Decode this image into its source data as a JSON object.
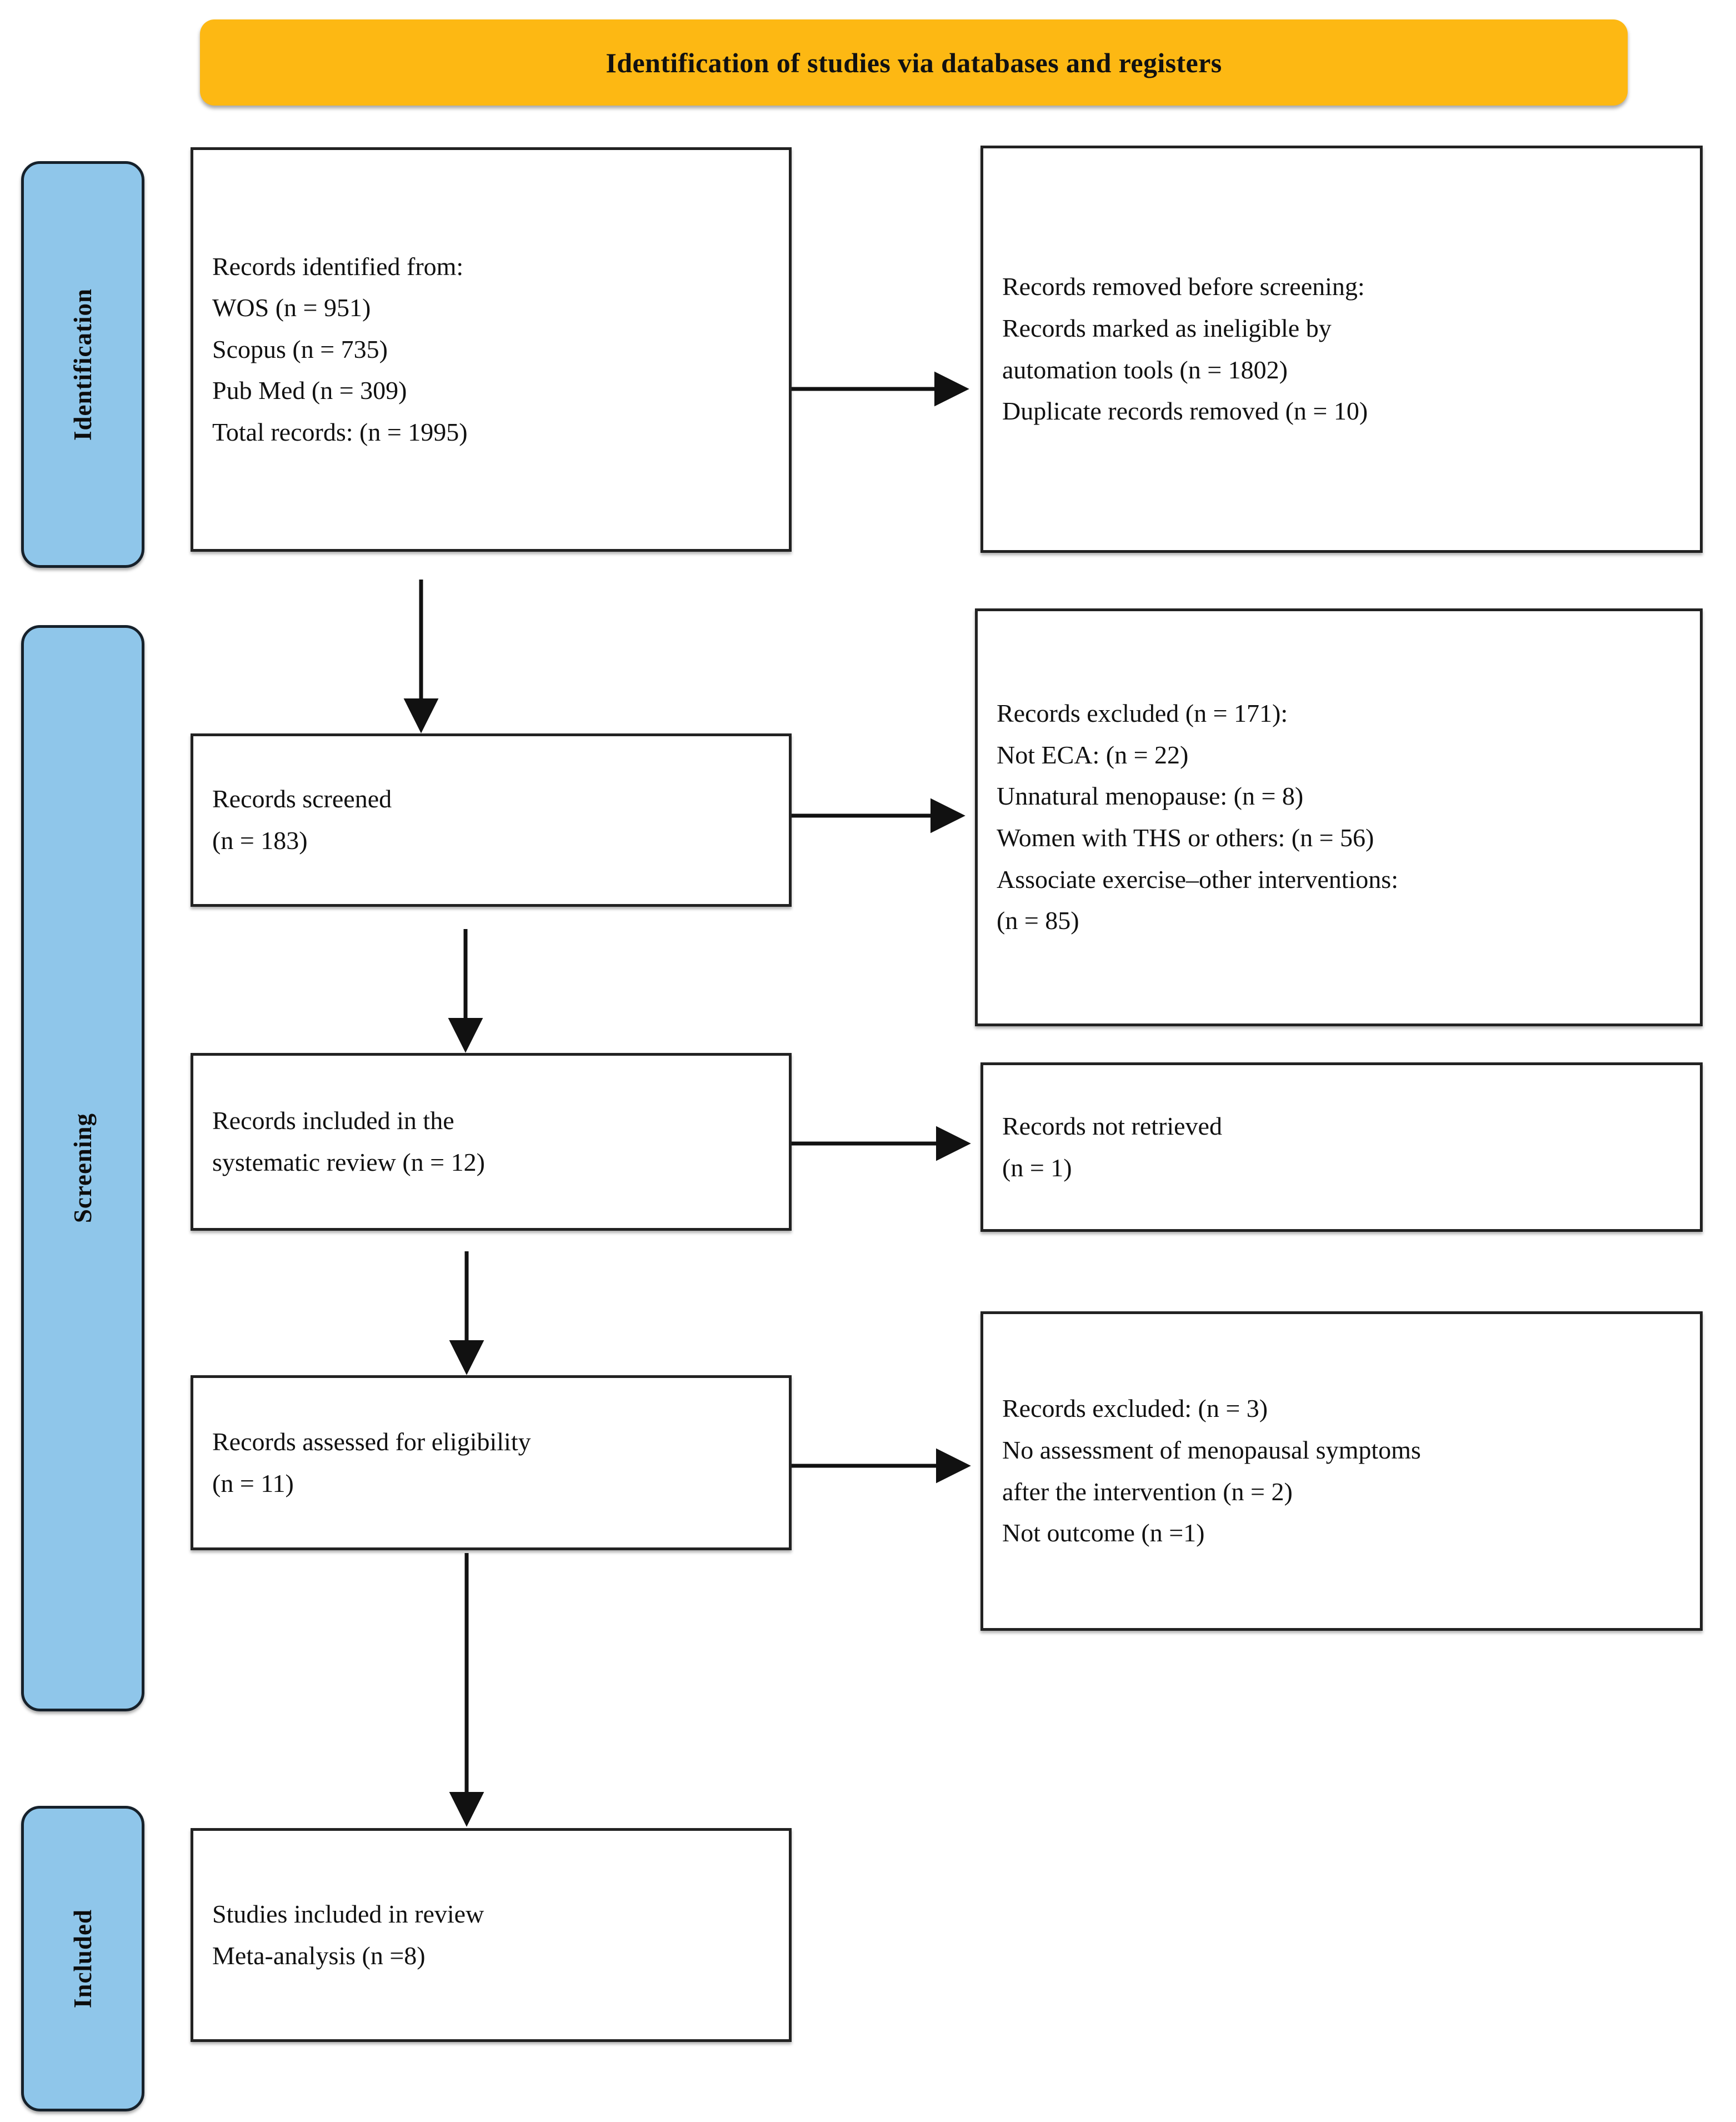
{
  "header": {
    "title": "Identification of studies via databases and registers",
    "color": "#FDB813"
  },
  "stages": {
    "identification": "Identification",
    "screening": "Screening",
    "included": "Included",
    "color": "#8FC6EA"
  },
  "boxes": {
    "identified": {
      "lines": [
        "Records identified from:",
        "WOS (n = 951)",
        "Scopus (n = 735)",
        "Pub Med (n = 309)",
        "Total records:  (n = 1995)"
      ]
    },
    "removed": {
      "lines": [
        "Records removed before  screening:",
        "Records marked as ineligible by",
        "automation tools (n = 1802)",
        "Duplicate records removed (n = 10)"
      ]
    },
    "screened": {
      "lines": [
        "Records screened",
        "(n = 183)"
      ]
    },
    "excluded_171": {
      "lines": [
        "Records excluded (n = 171):",
        "Not ECA: (n = 22)",
        "Unnatural menopause: (n = 8)",
        "Women with THS or others: (n = 56)",
        "Associate exercise–other interventions:",
        "(n = 85)"
      ]
    },
    "included_sr": {
      "lines": [
        "Records included in the",
        "systematic review (n = 12)"
      ]
    },
    "not_retrieved": {
      "lines": [
        "Records not retrieved",
        "(n = 1)"
      ]
    },
    "assessed": {
      "lines": [
        "Records assessed for eligibility",
        "(n = 11)"
      ]
    },
    "excluded_3": {
      "lines": [
        "Records excluded: (n = 3)",
        "No assessment of menopausal symptoms",
        "after the intervention (n = 2)",
        "Not outcome (n =1)"
      ]
    },
    "studies": {
      "lines": [
        "Studies included in review",
        "Meta-analysis (n =8)"
      ]
    }
  },
  "chart_data": {
    "type": "diagram",
    "title": "PRISMA flow diagram — Identification of studies via databases and registers",
    "stages": [
      "Identification",
      "Screening",
      "Included"
    ],
    "nodes": [
      {
        "id": "identified",
        "stage": "Identification",
        "counts": {
          "WOS": 951,
          "Scopus": 735,
          "Pub Med": 309,
          "Total records": 1995
        }
      },
      {
        "id": "removed",
        "stage": "Identification",
        "counts": {
          "marked ineligible by automation tools": 1802,
          "duplicate records removed": 10
        }
      },
      {
        "id": "screened",
        "stage": "Screening",
        "counts": {
          "n": 183
        }
      },
      {
        "id": "excluded_171",
        "stage": "Screening",
        "counts": {
          "total excluded": 171,
          "Not ECA": 22,
          "Unnatural menopause": 8,
          "Women with THS or others": 56,
          "Associate exercise–other interventions": 85
        }
      },
      {
        "id": "included_sr",
        "stage": "Screening",
        "counts": {
          "n": 12
        }
      },
      {
        "id": "not_retrieved",
        "stage": "Screening",
        "counts": {
          "n": 1
        }
      },
      {
        "id": "assessed",
        "stage": "Screening",
        "counts": {
          "n": 11
        }
      },
      {
        "id": "excluded_3",
        "stage": "Screening",
        "counts": {
          "total excluded": 3,
          "No assessment of menopausal symptoms after the intervention": 2,
          "Not outcome": 1
        }
      },
      {
        "id": "studies",
        "stage": "Included",
        "counts": {
          "Meta-analysis n": 8
        }
      }
    ],
    "edges": [
      {
        "from": "identified",
        "to": "removed",
        "dir": "right"
      },
      {
        "from": "identified",
        "to": "screened",
        "dir": "down"
      },
      {
        "from": "screened",
        "to": "excluded_171",
        "dir": "right"
      },
      {
        "from": "screened",
        "to": "included_sr",
        "dir": "down"
      },
      {
        "from": "included_sr",
        "to": "not_retrieved",
        "dir": "right"
      },
      {
        "from": "included_sr",
        "to": "assessed",
        "dir": "down"
      },
      {
        "from": "assessed",
        "to": "excluded_3",
        "dir": "right"
      },
      {
        "from": "assessed",
        "to": "studies",
        "dir": "down"
      }
    ]
  }
}
